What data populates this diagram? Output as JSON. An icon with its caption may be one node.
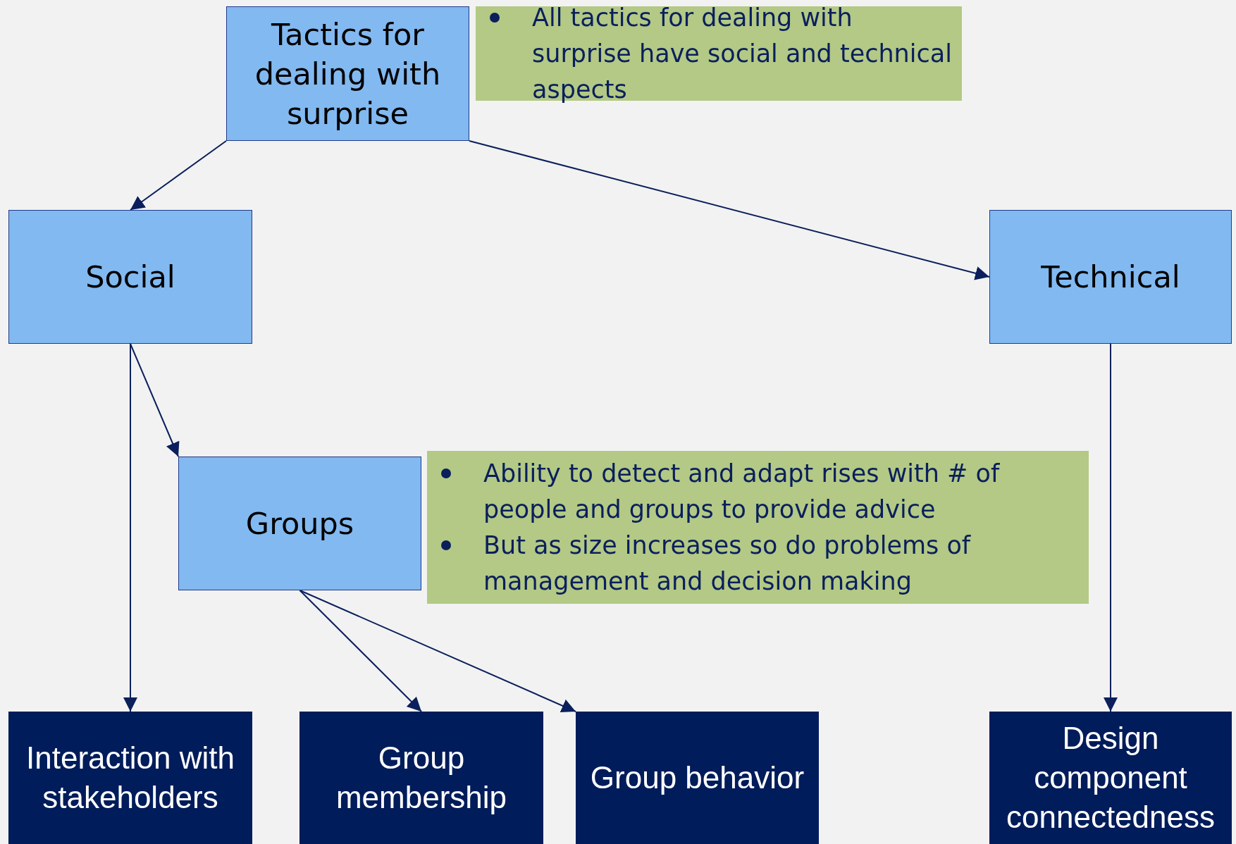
{
  "diagram": {
    "nodes": [
      {
        "text": [
          "Tactics for dealing with surprise"
        ]
      },
      {
        "text": [
          "All tactics for dealing with surprise have social and technical aspects"
        ]
      },
      {
        "text": [
          "Social"
        ]
      },
      {
        "text": [
          "Technical"
        ]
      },
      {
        "text": [
          "Groups"
        ]
      },
      {
        "text": [
          "Ability to detect and adapt rises with # of people and groups to provide advice",
          "But as size increases so do problems of management and decision making"
        ]
      },
      {
        "text": [
          "Interaction with stakeholders"
        ]
      },
      {
        "text": [
          "Group membership"
        ]
      },
      {
        "text": [
          "Group behavior"
        ]
      },
      {
        "text": [
          "Design component connectedness"
        ]
      }
    ],
    "edges": [
      {
        "from": 0,
        "to": 2,
        "arrow": "to"
      },
      {
        "from": 0,
        "to": 3,
        "arrow": "to"
      },
      {
        "from": 2,
        "to": 6,
        "arrow": "to"
      },
      {
        "from": 2,
        "to": 4,
        "arrow": "to"
      },
      {
        "from": 4,
        "to": 7,
        "arrow": "to"
      },
      {
        "from": 4,
        "to": 8,
        "arrow": "to"
      },
      {
        "from": 3,
        "to": 9,
        "arrow": "to"
      }
    ]
  }
}
